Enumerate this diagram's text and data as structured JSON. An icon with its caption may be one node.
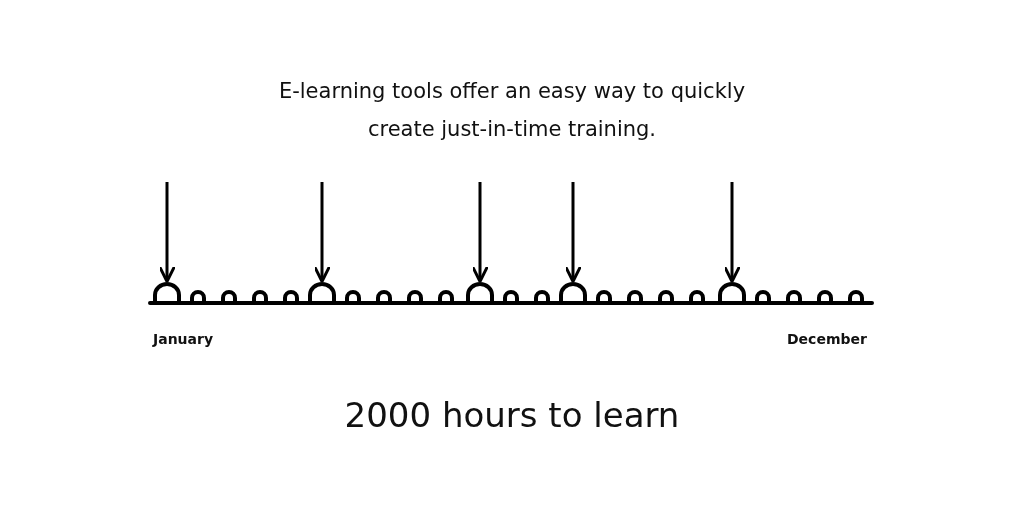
{
  "diagram": {
    "caption": "2000 hours to learn",
    "nodes": [
      {
        "text": [],
        "shape": "arch"
      },
      {
        "text": [],
        "shape": "arch"
      },
      {
        "text": [],
        "shape": "arch"
      },
      {
        "text": [],
        "shape": "arch"
      },
      {
        "text": [],
        "shape": "arch"
      }
    ],
    "edges": [
      {
        "from": null,
        "to": 0,
        "arrow": "to"
      },
      {
        "from": null,
        "to": 1,
        "arrow": "to"
      },
      {
        "from": null,
        "to": 2,
        "arrow": "to"
      },
      {
        "from": null,
        "to": 3,
        "arrow": "to"
      },
      {
        "from": null,
        "to": 4,
        "arrow": "to"
      }
    ],
    "labels": [
      "E-learning tools offer an easy way to quickly create just-in-time training.",
      "January",
      "December"
    ]
  }
}
